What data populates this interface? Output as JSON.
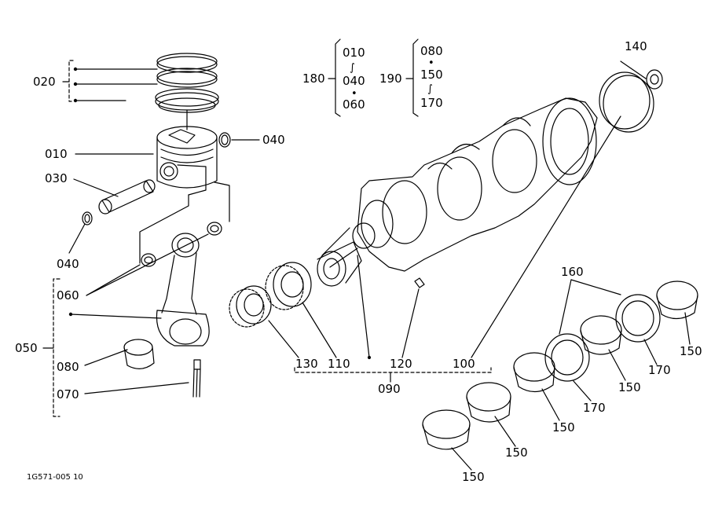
{
  "diagram": {
    "labels": {
      "p010": "010",
      "p020": "020",
      "p030": "030",
      "p040_top": "040",
      "p040_bottom": "040",
      "p050": "050",
      "p060": "060",
      "p070": "070",
      "p080": "080",
      "p090": "090",
      "p100": "100",
      "p110": "110",
      "p120": "120",
      "p130": "130",
      "p140": "140",
      "p150_a": "150",
      "p150_b": "150",
      "p150_c": "150",
      "p150_d": "150",
      "p150_e": "150",
      "p160": "160",
      "p170_a": "170",
      "p170_b": "170"
    },
    "sets": {
      "s180": {
        "label": "180",
        "items": [
          "010",
          "040",
          "060"
        ]
      },
      "s190": {
        "label": "190",
        "items": [
          "080",
          "150",
          "170"
        ]
      }
    },
    "figure_code": "1G571-005 10"
  }
}
